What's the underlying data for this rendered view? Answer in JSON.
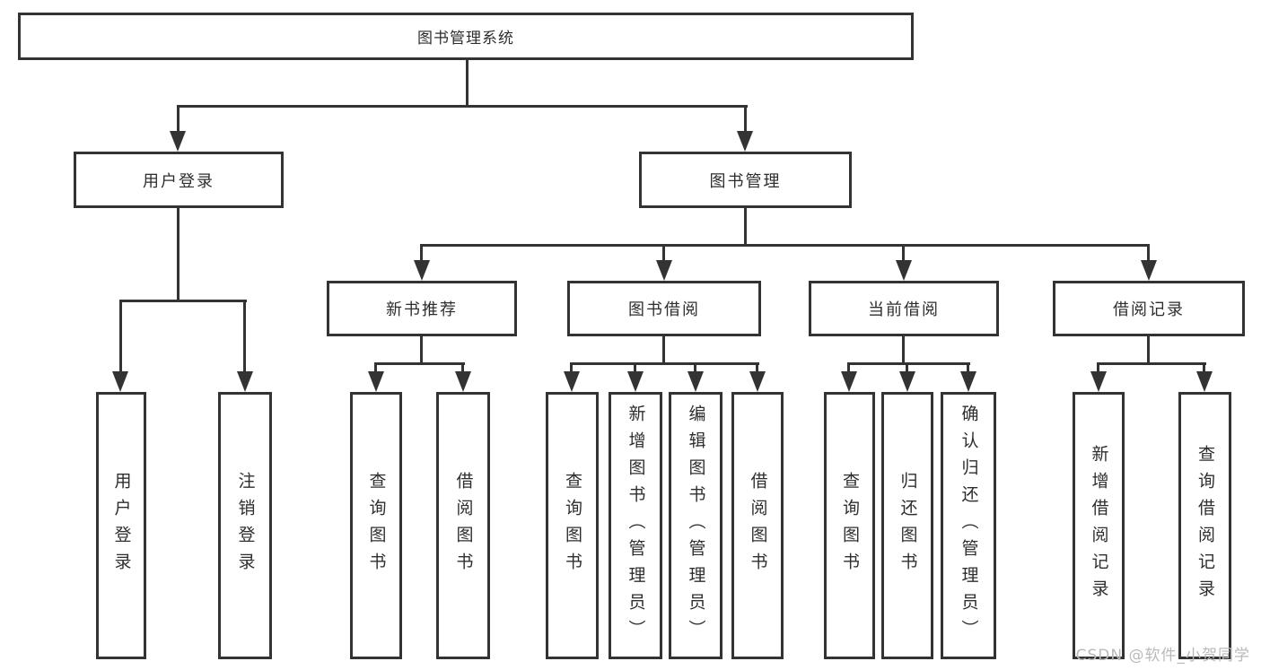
{
  "diagram": {
    "root": "图书管理系统",
    "branches": [
      {
        "label": "用户登录",
        "children": [
          "用户登录",
          "注销登录"
        ]
      },
      {
        "label": "图书管理",
        "groups": [
          {
            "label": "新书推荐",
            "children": [
              "查询图书",
              "借阅图书"
            ]
          },
          {
            "label": "图书借阅",
            "children": [
              "查询图书",
              "新增图书（管理员）",
              "编辑图书（管理员）",
              "借阅图书"
            ]
          },
          {
            "label": "当前借阅",
            "children": [
              "查询图书",
              "归还图书",
              "确认归还（管理员）"
            ]
          },
          {
            "label": "借阅记录",
            "children": [
              "新增借阅记录",
              "查询借阅记录"
            ]
          }
        ]
      }
    ]
  },
  "watermark": {
    "text": "CSDN @软件_小贺同学"
  },
  "colors": {
    "line": "#333333",
    "text": "#2e2e2e",
    "watermark": "#b9b9b9",
    "background": "#ffffff"
  }
}
